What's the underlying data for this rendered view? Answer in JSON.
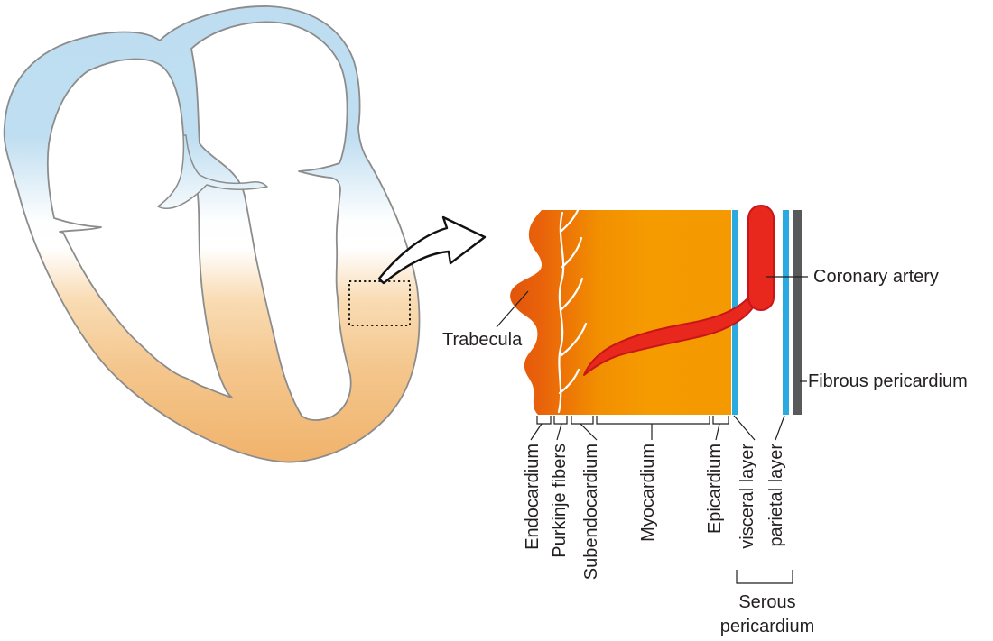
{
  "diagram": {
    "callouts": {
      "trabecula": "Trabecula",
      "coronary_artery": "Coronary artery",
      "fibrous_pericardium": "Fibrous pericardium"
    },
    "layer_labels": [
      "Endocardium",
      "Purkinje fibers",
      "Subendocardium",
      "Myocardium",
      "Epicardium",
      "visceral layer",
      "parietal layer"
    ],
    "serous_pericardium": "Serous pericardium",
    "colors": {
      "myocardium_orange": "#F59B00",
      "endocardium_dark_orange": "#E2550C",
      "serous_layer_blue": "#29ABE2",
      "fibrous_pericardium_gray": "#58595B",
      "artery_red": "#E8281C",
      "artery_outline_red": "#C8151A",
      "heart_atria_blue": "#BEDDF1",
      "heart_ventricle_orange": "#F0B168",
      "outline_gray": "#8C8C8C",
      "text_color": "#231F20"
    }
  }
}
